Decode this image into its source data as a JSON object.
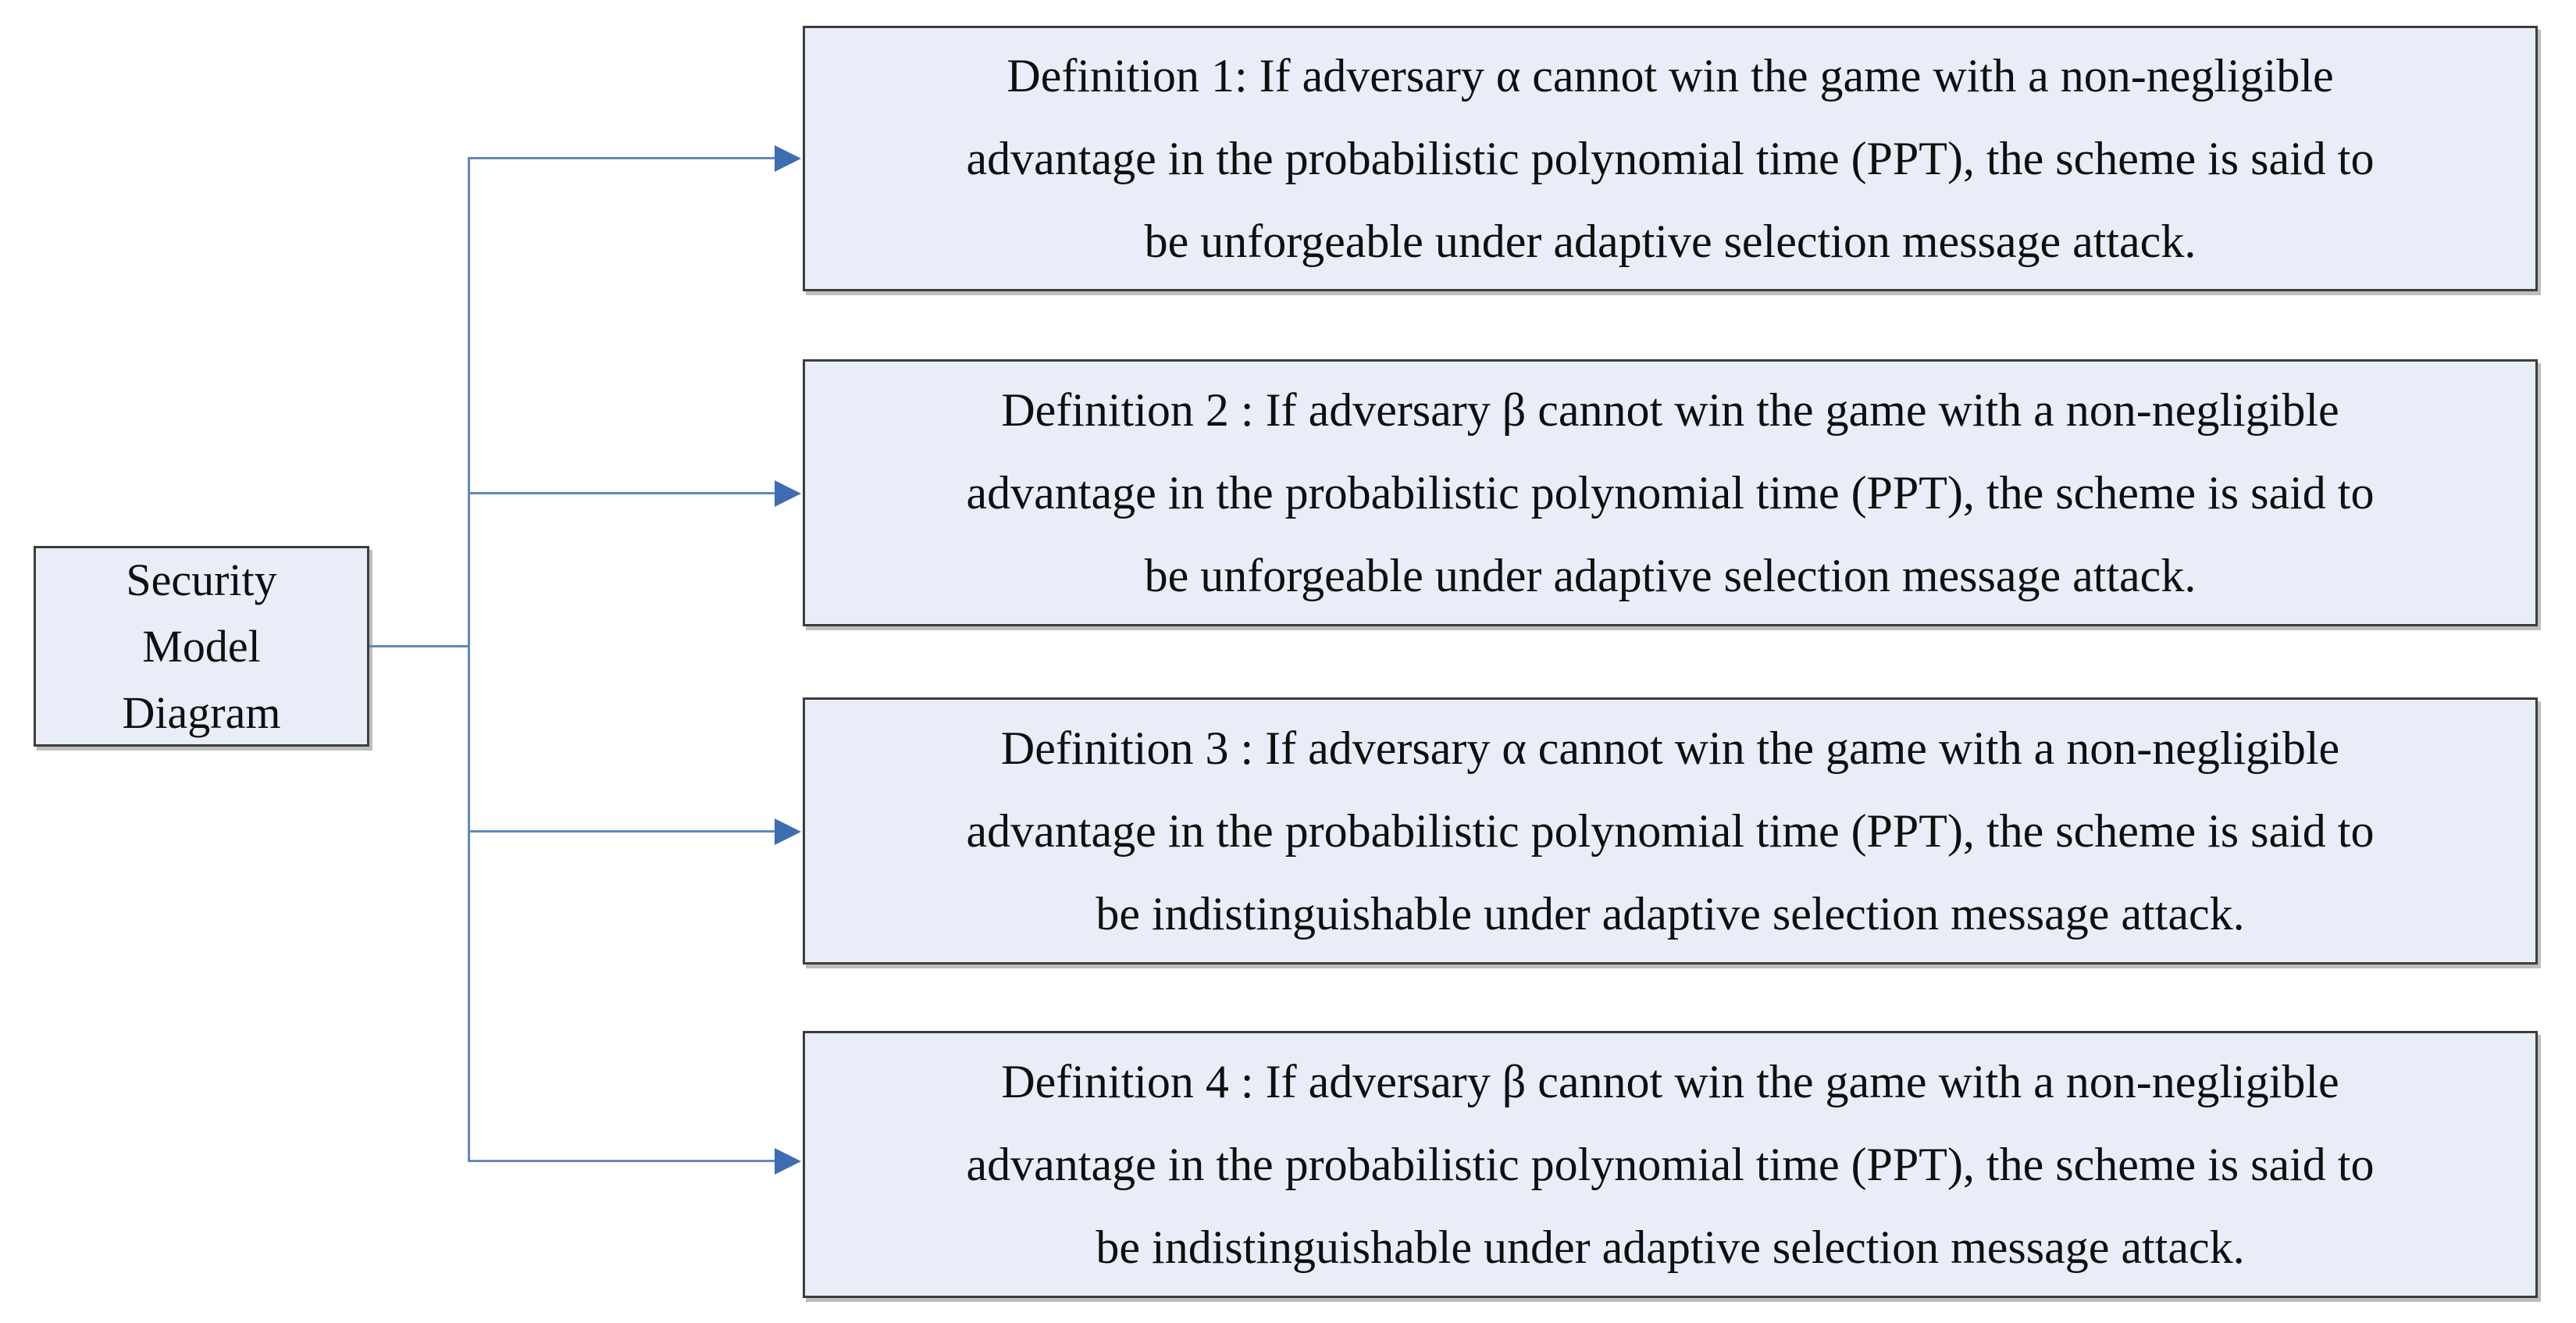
{
  "root_box": {
    "lines": [
      "Security",
      "Model",
      "Diagram"
    ]
  },
  "definitions": [
    {
      "lines": [
        "Definition 1: If adversary α cannot win the game with a non-negligible",
        "advantage in the probabilistic polynomial time (PPT), the scheme is said to",
        "be unforgeable under adaptive selection message attack."
      ]
    },
    {
      "lines": [
        "Definition 2 : If adversary β cannot win the game with a non-negligible",
        "advantage in the probabilistic polynomial time (PPT), the scheme is said to",
        "be unforgeable under adaptive selection message attack."
      ]
    },
    {
      "lines": [
        "Definition 3 : If adversary α cannot win the game with a non-negligible",
        "advantage in the probabilistic polynomial time (PPT), the scheme is said to",
        "be indistinguishable under adaptive selection message attack."
      ]
    },
    {
      "lines": [
        "Definition 4 : If adversary β cannot win the game with a non-negligible",
        "advantage in the probabilistic polynomial time (PPT), the scheme is said to",
        "be indistinguishable under adaptive selection message attack."
      ]
    }
  ],
  "colors": {
    "box_fill": "#e9edf7",
    "box_border": "#3d3d3d",
    "connector_line": "#6288bd",
    "arrowhead": "#3f6db4",
    "text": "#0f0f0f",
    "background": "#ffffff"
  }
}
